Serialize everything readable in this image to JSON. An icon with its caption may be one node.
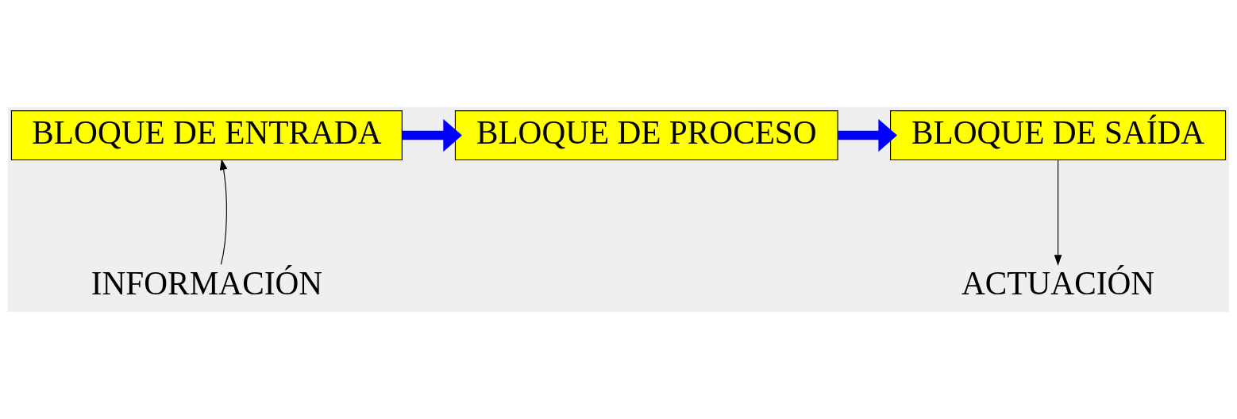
{
  "diagram": {
    "nodes": [
      {
        "text": [
          "BLOQUE DE ENTRADA"
        ]
      },
      {
        "text": [
          "BLOQUE DE PROCESO"
        ]
      },
      {
        "text": [
          "BLOQUE DE SAÍDA"
        ]
      },
      {
        "text": [
          "INFORMACIÓN"
        ]
      },
      {
        "text": [
          "ACTUACIÓN"
        ]
      }
    ],
    "edges": [
      {
        "from": 0,
        "to": 1,
        "arrow": "to",
        "style": "thick",
        "color": "#0000ff"
      },
      {
        "from": 1,
        "to": 2,
        "arrow": "to",
        "style": "thick",
        "color": "#0000ff"
      },
      {
        "from": 3,
        "to": 0,
        "arrow": "to",
        "color": "#000000"
      },
      {
        "from": 2,
        "to": 4,
        "arrow": "to",
        "color": "#000000"
      }
    ]
  }
}
